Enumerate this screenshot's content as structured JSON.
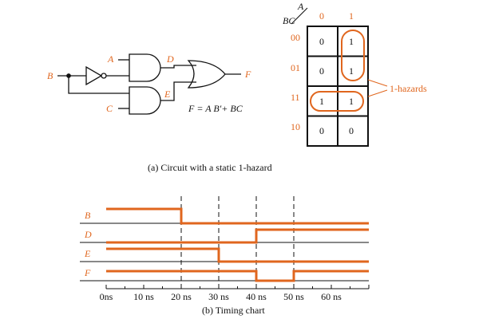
{
  "colors": {
    "accent": "#e0661e",
    "ink": "#111111"
  },
  "circuit": {
    "inputs": {
      "b": "B",
      "a": "A",
      "c": "C"
    },
    "wires": {
      "d": "D",
      "e": "E"
    },
    "output": "F",
    "equation": "F = A B′+ BC",
    "caption": "(a) Circuit with a static 1-hazard"
  },
  "kmap": {
    "corner_top": "A",
    "corner_left": "BC",
    "col_headers": [
      "0",
      "1"
    ],
    "row_headers": [
      "00",
      "01",
      "11",
      "10"
    ],
    "cells": [
      [
        "0",
        "1"
      ],
      [
        "0",
        "1"
      ],
      [
        "1",
        "1"
      ],
      [
        "0",
        "0"
      ]
    ],
    "hazard_label": "1-hazards"
  },
  "timing": {
    "signals": [
      "B",
      "D",
      "E",
      "F"
    ],
    "ticks": [
      "0ns",
      "10 ns",
      "20 ns",
      "30 ns",
      "40 ns",
      "50 ns",
      "60 ns"
    ],
    "caption": "(b) Timing chart",
    "waves": {
      "B": [
        [
          0,
          1
        ],
        [
          20,
          0
        ]
      ],
      "D": [
        [
          0,
          0
        ],
        [
          40,
          1
        ]
      ],
      "E": [
        [
          0,
          1
        ],
        [
          30,
          0
        ]
      ],
      "F": [
        [
          0,
          1
        ],
        [
          40,
          0
        ],
        [
          50,
          1
        ]
      ]
    },
    "t_end": 70
  }
}
